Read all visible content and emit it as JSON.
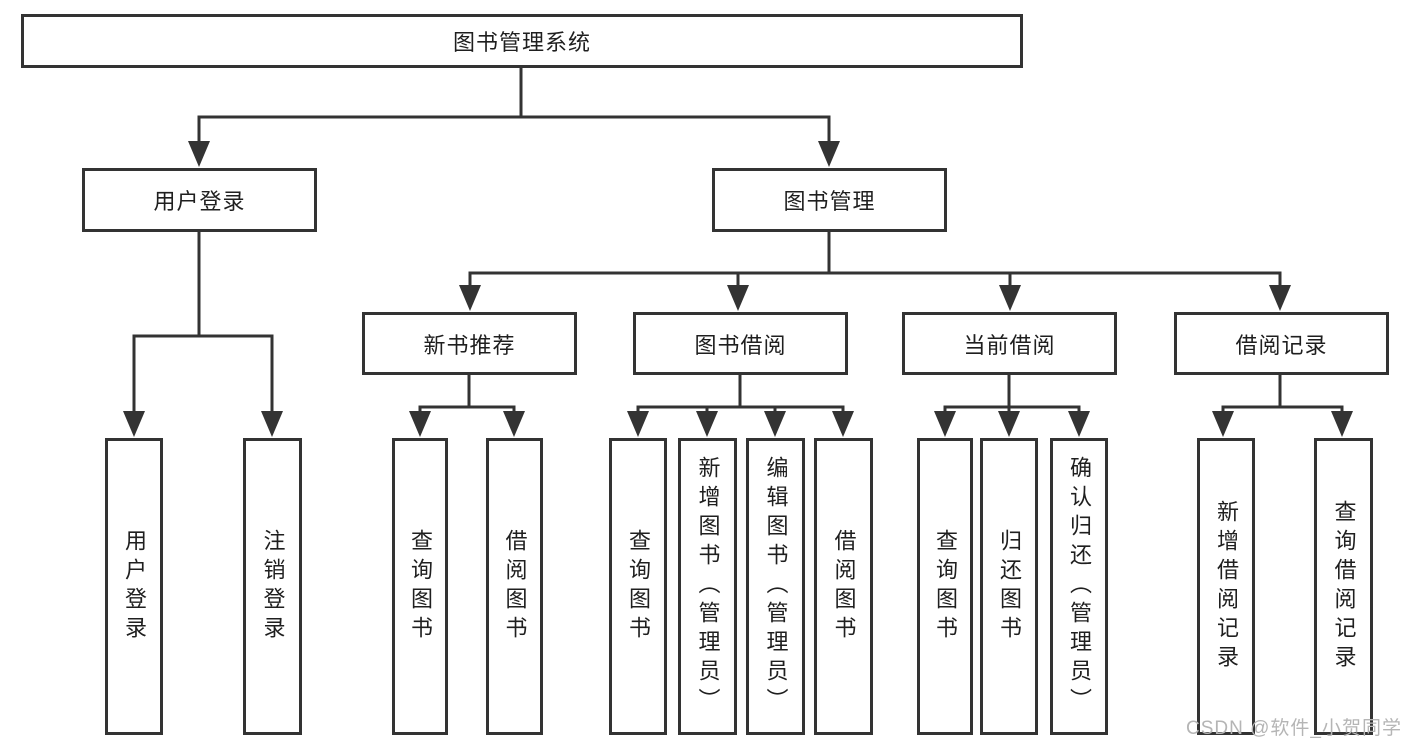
{
  "page": {
    "background": "#ffffff",
    "line_color": "#333333",
    "text_color": "#1f1f1f",
    "watermark_color": "#b5b5b5"
  },
  "diagram": {
    "type": "hierarchy-flowchart",
    "root": {
      "label": "图书管理系统"
    },
    "level2": {
      "user_login": {
        "label": "用户登录"
      },
      "book_mgmt": {
        "label": "图书管理"
      }
    },
    "level3": [
      {
        "label": "新书推荐"
      },
      {
        "label": "图书借阅"
      },
      {
        "label": "当前借阅"
      },
      {
        "label": "借阅记录"
      }
    ],
    "leaves": {
      "user_login": [
        "用户登录",
        "注销登录"
      ],
      "new_book": [
        "查询图书",
        "借阅图书"
      ],
      "book_borrow": [
        "查询图书",
        "新增图书（管理员）",
        "编辑图书（管理员）",
        "借阅图书"
      ],
      "current_borrow": [
        "查询图书",
        "归还图书",
        "确认归还（管理员）"
      ],
      "borrow_record": [
        "新增借阅记录",
        "查询借阅记录"
      ]
    }
  },
  "watermark": {
    "text": "CSDN @软件_小贺同学"
  }
}
